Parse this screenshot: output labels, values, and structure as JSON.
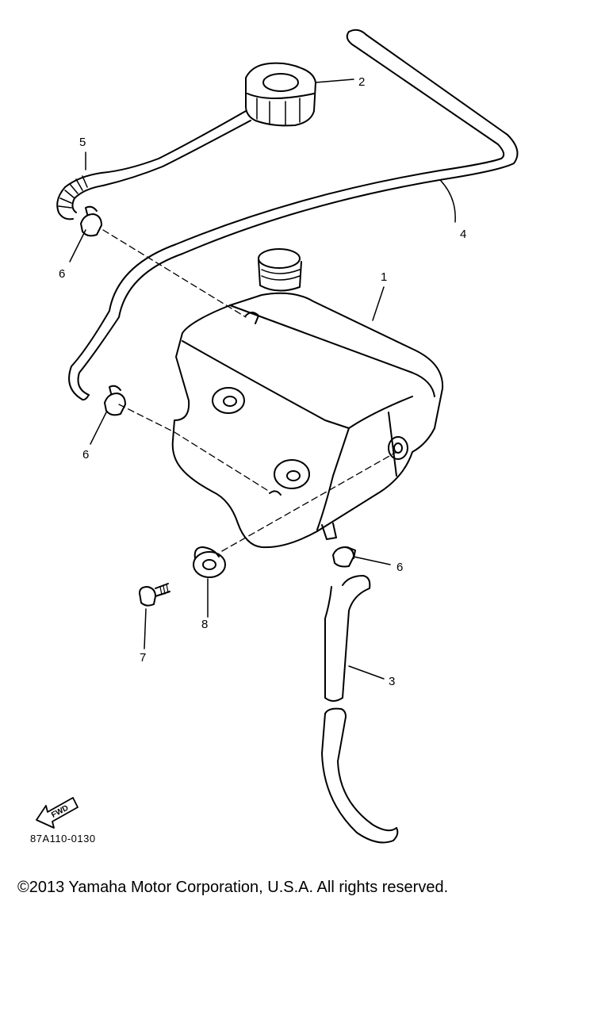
{
  "diagram": {
    "labels": {
      "p1": "1",
      "p2": "2",
      "p3": "3",
      "p4": "4",
      "p5": "5",
      "p6a": "6",
      "p6b": "6",
      "p6c": "6",
      "p7": "7",
      "p8": "8"
    },
    "fwd_badge": "FWD",
    "code": "87A110-0130"
  },
  "footer": {
    "copyright": "©2013 Yamaha Motor Corporation, U.S.A. All rights reserved."
  }
}
